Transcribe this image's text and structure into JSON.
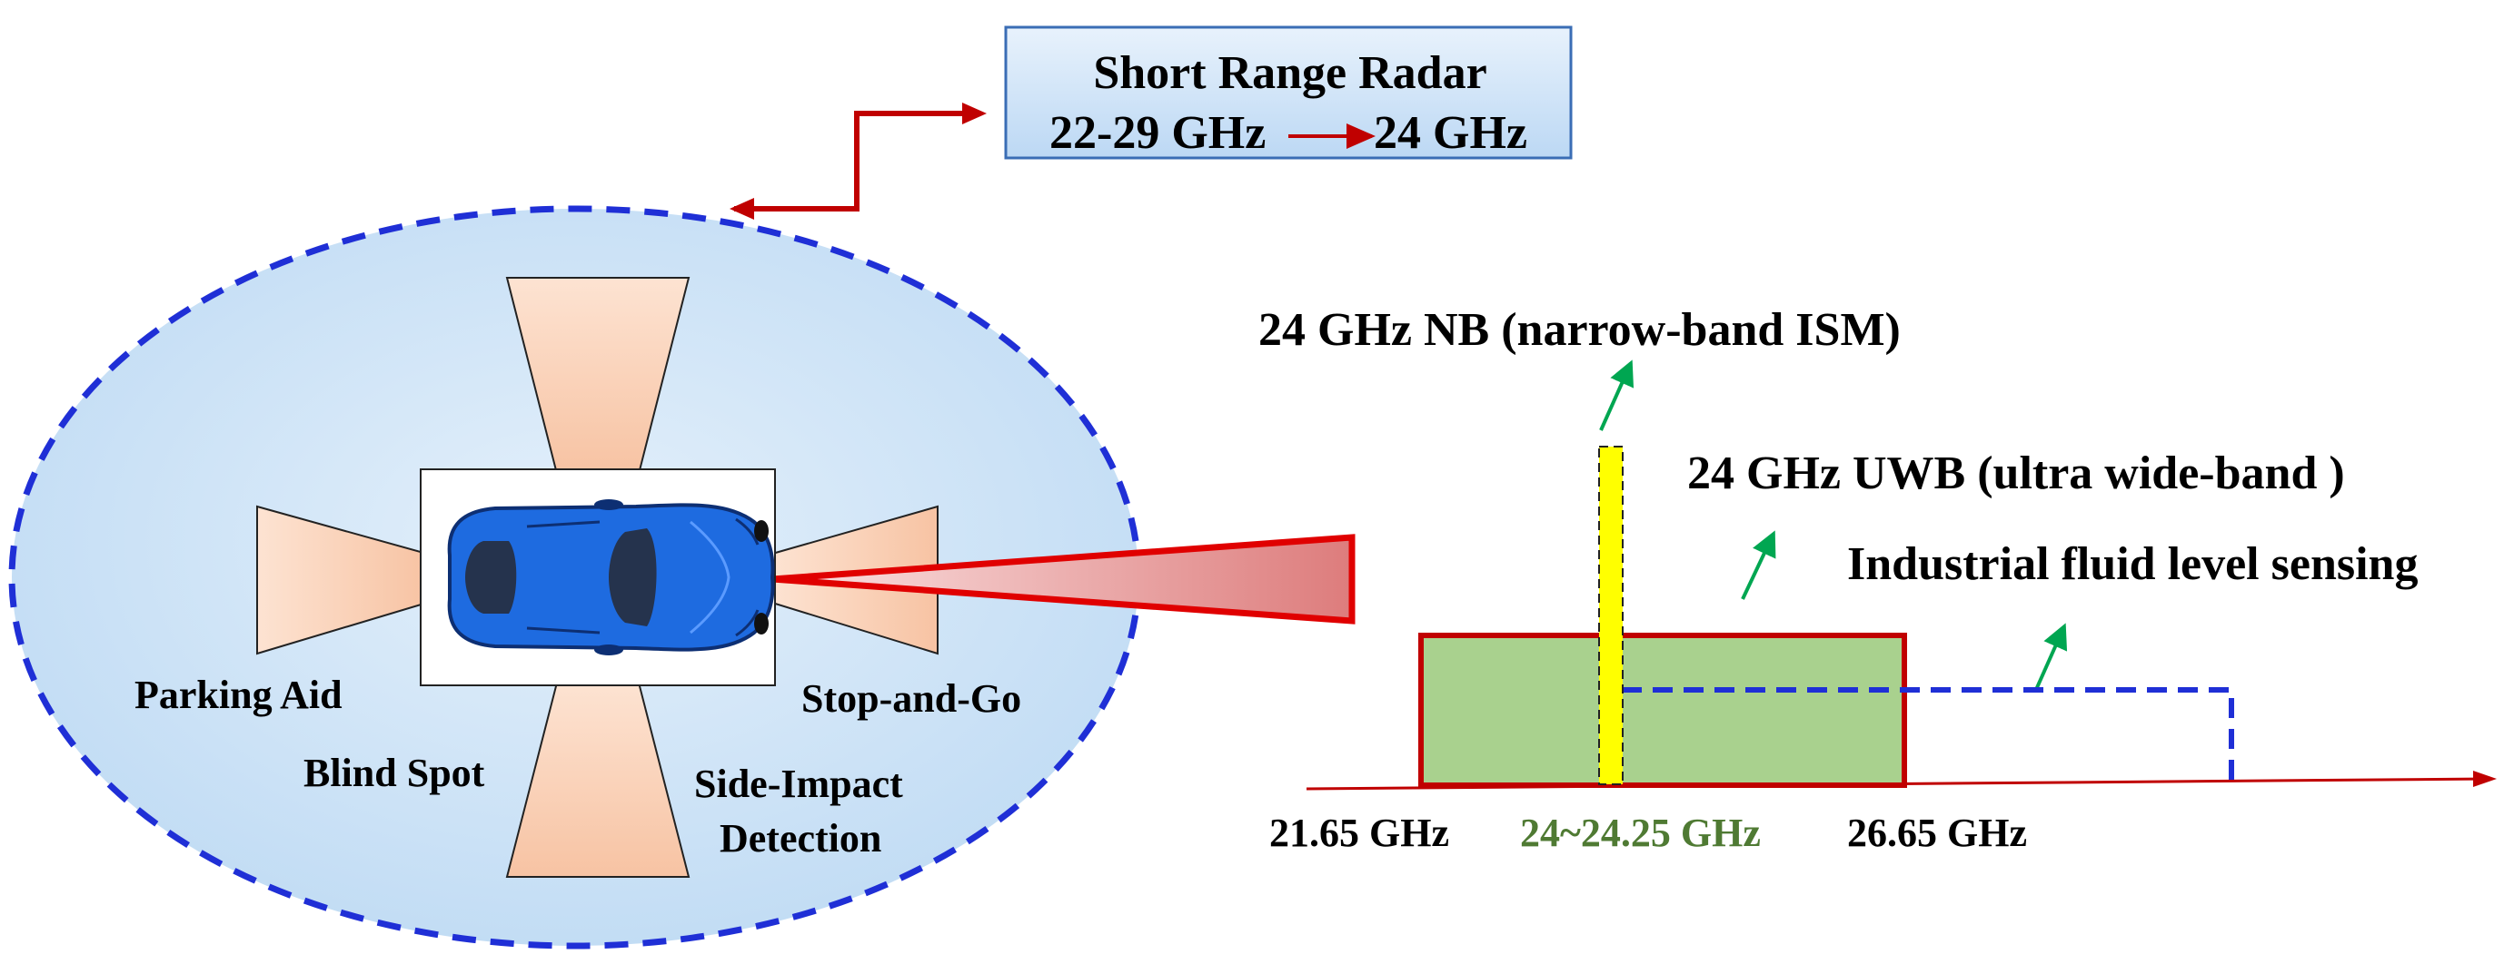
{
  "radar_box": {
    "title": "Short Range Radar",
    "from_band": "22-29 GHz",
    "to_band": "24 GHz"
  },
  "coverage_zones": {
    "parking_aid": "Parking Aid",
    "blind_spot": "Blind Spot",
    "stop_and_go": "Stop-and-Go",
    "side_impact_line1": "Side-Impact",
    "side_impact_line2": "Detection"
  },
  "spectrum": {
    "nb_label": "24 GHz NB (narrow-band ISM)",
    "uwb_label": "24 GHz UWB (ultra wide-band )",
    "fluid_label": "Industrial fluid level sensing",
    "freq_low": "21.65 GHz",
    "freq_ism": "24~24.25 GHz",
    "freq_high": "26.65 GHz"
  },
  "colors": {
    "dashed_blue": "#1f2fd6",
    "red_arrow": "#c00000",
    "beam_fill": "#f7c9a8",
    "uwb_fill": "#a9d18e",
    "nb_fill": "#ffff00",
    "ism_text": "#4f7a33",
    "car_blue": "#1e6be0"
  }
}
